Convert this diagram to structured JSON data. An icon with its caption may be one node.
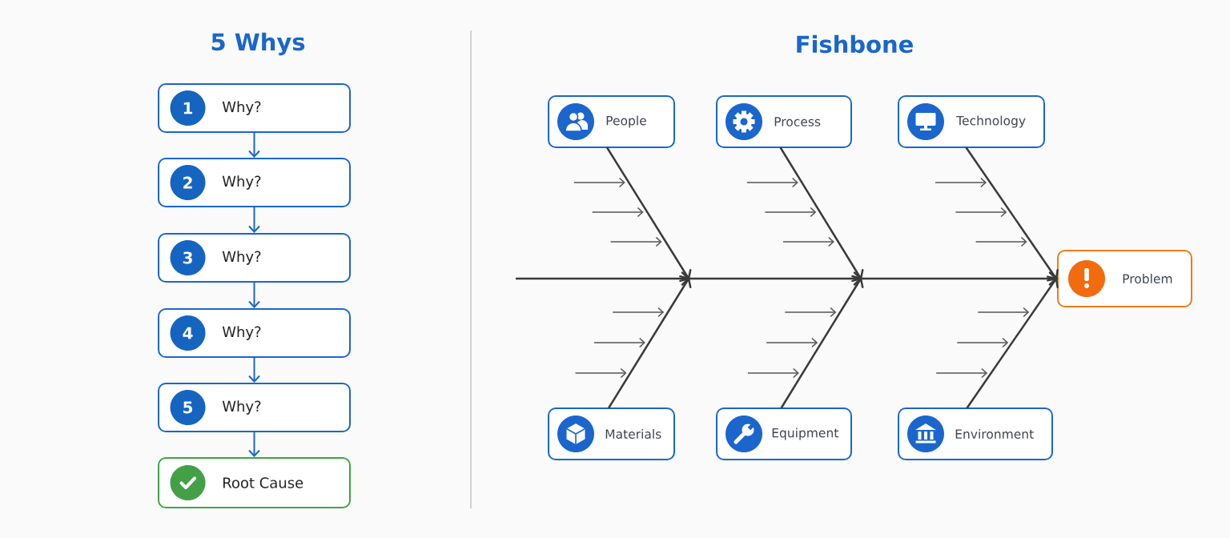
{
  "diagram": {
    "nodes": [
      {
        "text": [
          "Why?"
        ]
      },
      {
        "text": [
          "1"
        ],
        "in": 0
      },
      {
        "text": [
          "Why?"
        ]
      },
      {
        "text": [
          "2"
        ],
        "in": 2
      },
      {
        "text": [
          "Why?"
        ]
      },
      {
        "text": [
          "3"
        ],
        "in": 4
      },
      {
        "text": [
          "Why?"
        ]
      },
      {
        "text": [
          "4"
        ],
        "in": 6
      },
      {
        "text": [
          "Why?"
        ]
      },
      {
        "text": [
          "5"
        ],
        "in": 8
      },
      {
        "text": [
          "Root Cause"
        ]
      },
      {
        "text": [
          "People"
        ]
      },
      {
        "text": [
          "Process"
        ]
      },
      {
        "text": [
          "Technology"
        ]
      },
      {
        "text": [
          "Problem"
        ]
      },
      {
        "text": [
          "Materials"
        ]
      },
      {
        "text": [
          "Equipment"
        ]
      },
      {
        "text": [
          "Environment"
        ]
      }
    ],
    "edges": [
      {
        "from": 0,
        "to": 2,
        "arrow": "to",
        "color": "#1a66cc"
      },
      {
        "from": 2,
        "to": 4,
        "arrow": "to",
        "color": "#1a66cc"
      },
      {
        "from": 4,
        "to": 6,
        "arrow": "to",
        "color": "#1a66cc"
      },
      {
        "from": 6,
        "to": 8,
        "arrow": "to",
        "color": "#1a66cc"
      },
      {
        "from": 8,
        "to": 10,
        "arrow": "to",
        "color": "#1a66cc"
      },
      {
        "from": 11,
        "to": 14,
        "arrow": "to"
      },
      {
        "from": 12,
        "to": 14,
        "arrow": "to"
      },
      {
        "from": 13,
        "to": 14,
        "arrow": "to"
      },
      {
        "from": 15,
        "to": 14,
        "arrow": "to"
      },
      {
        "from": 16,
        "to": 14,
        "arrow": "to"
      },
      {
        "from": 17,
        "to": 14,
        "arrow": "to"
      },
      {
        "from": null,
        "to": 14,
        "arrow": "to"
      }
    ],
    "labels": [
      "5 Whys",
      "Fishbone"
    ]
  }
}
